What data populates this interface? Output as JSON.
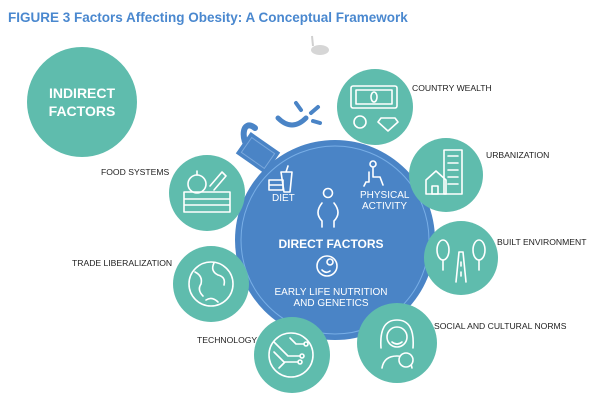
{
  "figure": {
    "number_label": "FIGURE 3",
    "title": "Factors Affecting Obesity: A Conceptual Framework"
  },
  "colors": {
    "teal": "#5fbcad",
    "blue": "#4a84c6",
    "title_blue": "#4a88cf"
  },
  "indirect": {
    "line1": "INDIRECT",
    "line2": "FACTORS"
  },
  "direct": {
    "title": "DIRECT FACTORS",
    "diet": "DIET",
    "physical_line1": "PHYSICAL",
    "physical_line2": "ACTIVITY",
    "early_line1": "EARLY LIFE NUTRITION",
    "early_line2": "AND GENETICS"
  },
  "factors": {
    "country_wealth": "COUNTRY WEALTH",
    "urbanization": "URBANIZATION",
    "built_environment": "BUILT ENVIRONMENT",
    "social_cultural": "SOCIAL AND CULTURAL NORMS",
    "technology": "TECHNOLOGY",
    "trade": "TRADE LIBERALIZATION",
    "food_systems": "FOOD SYSTEMS"
  }
}
